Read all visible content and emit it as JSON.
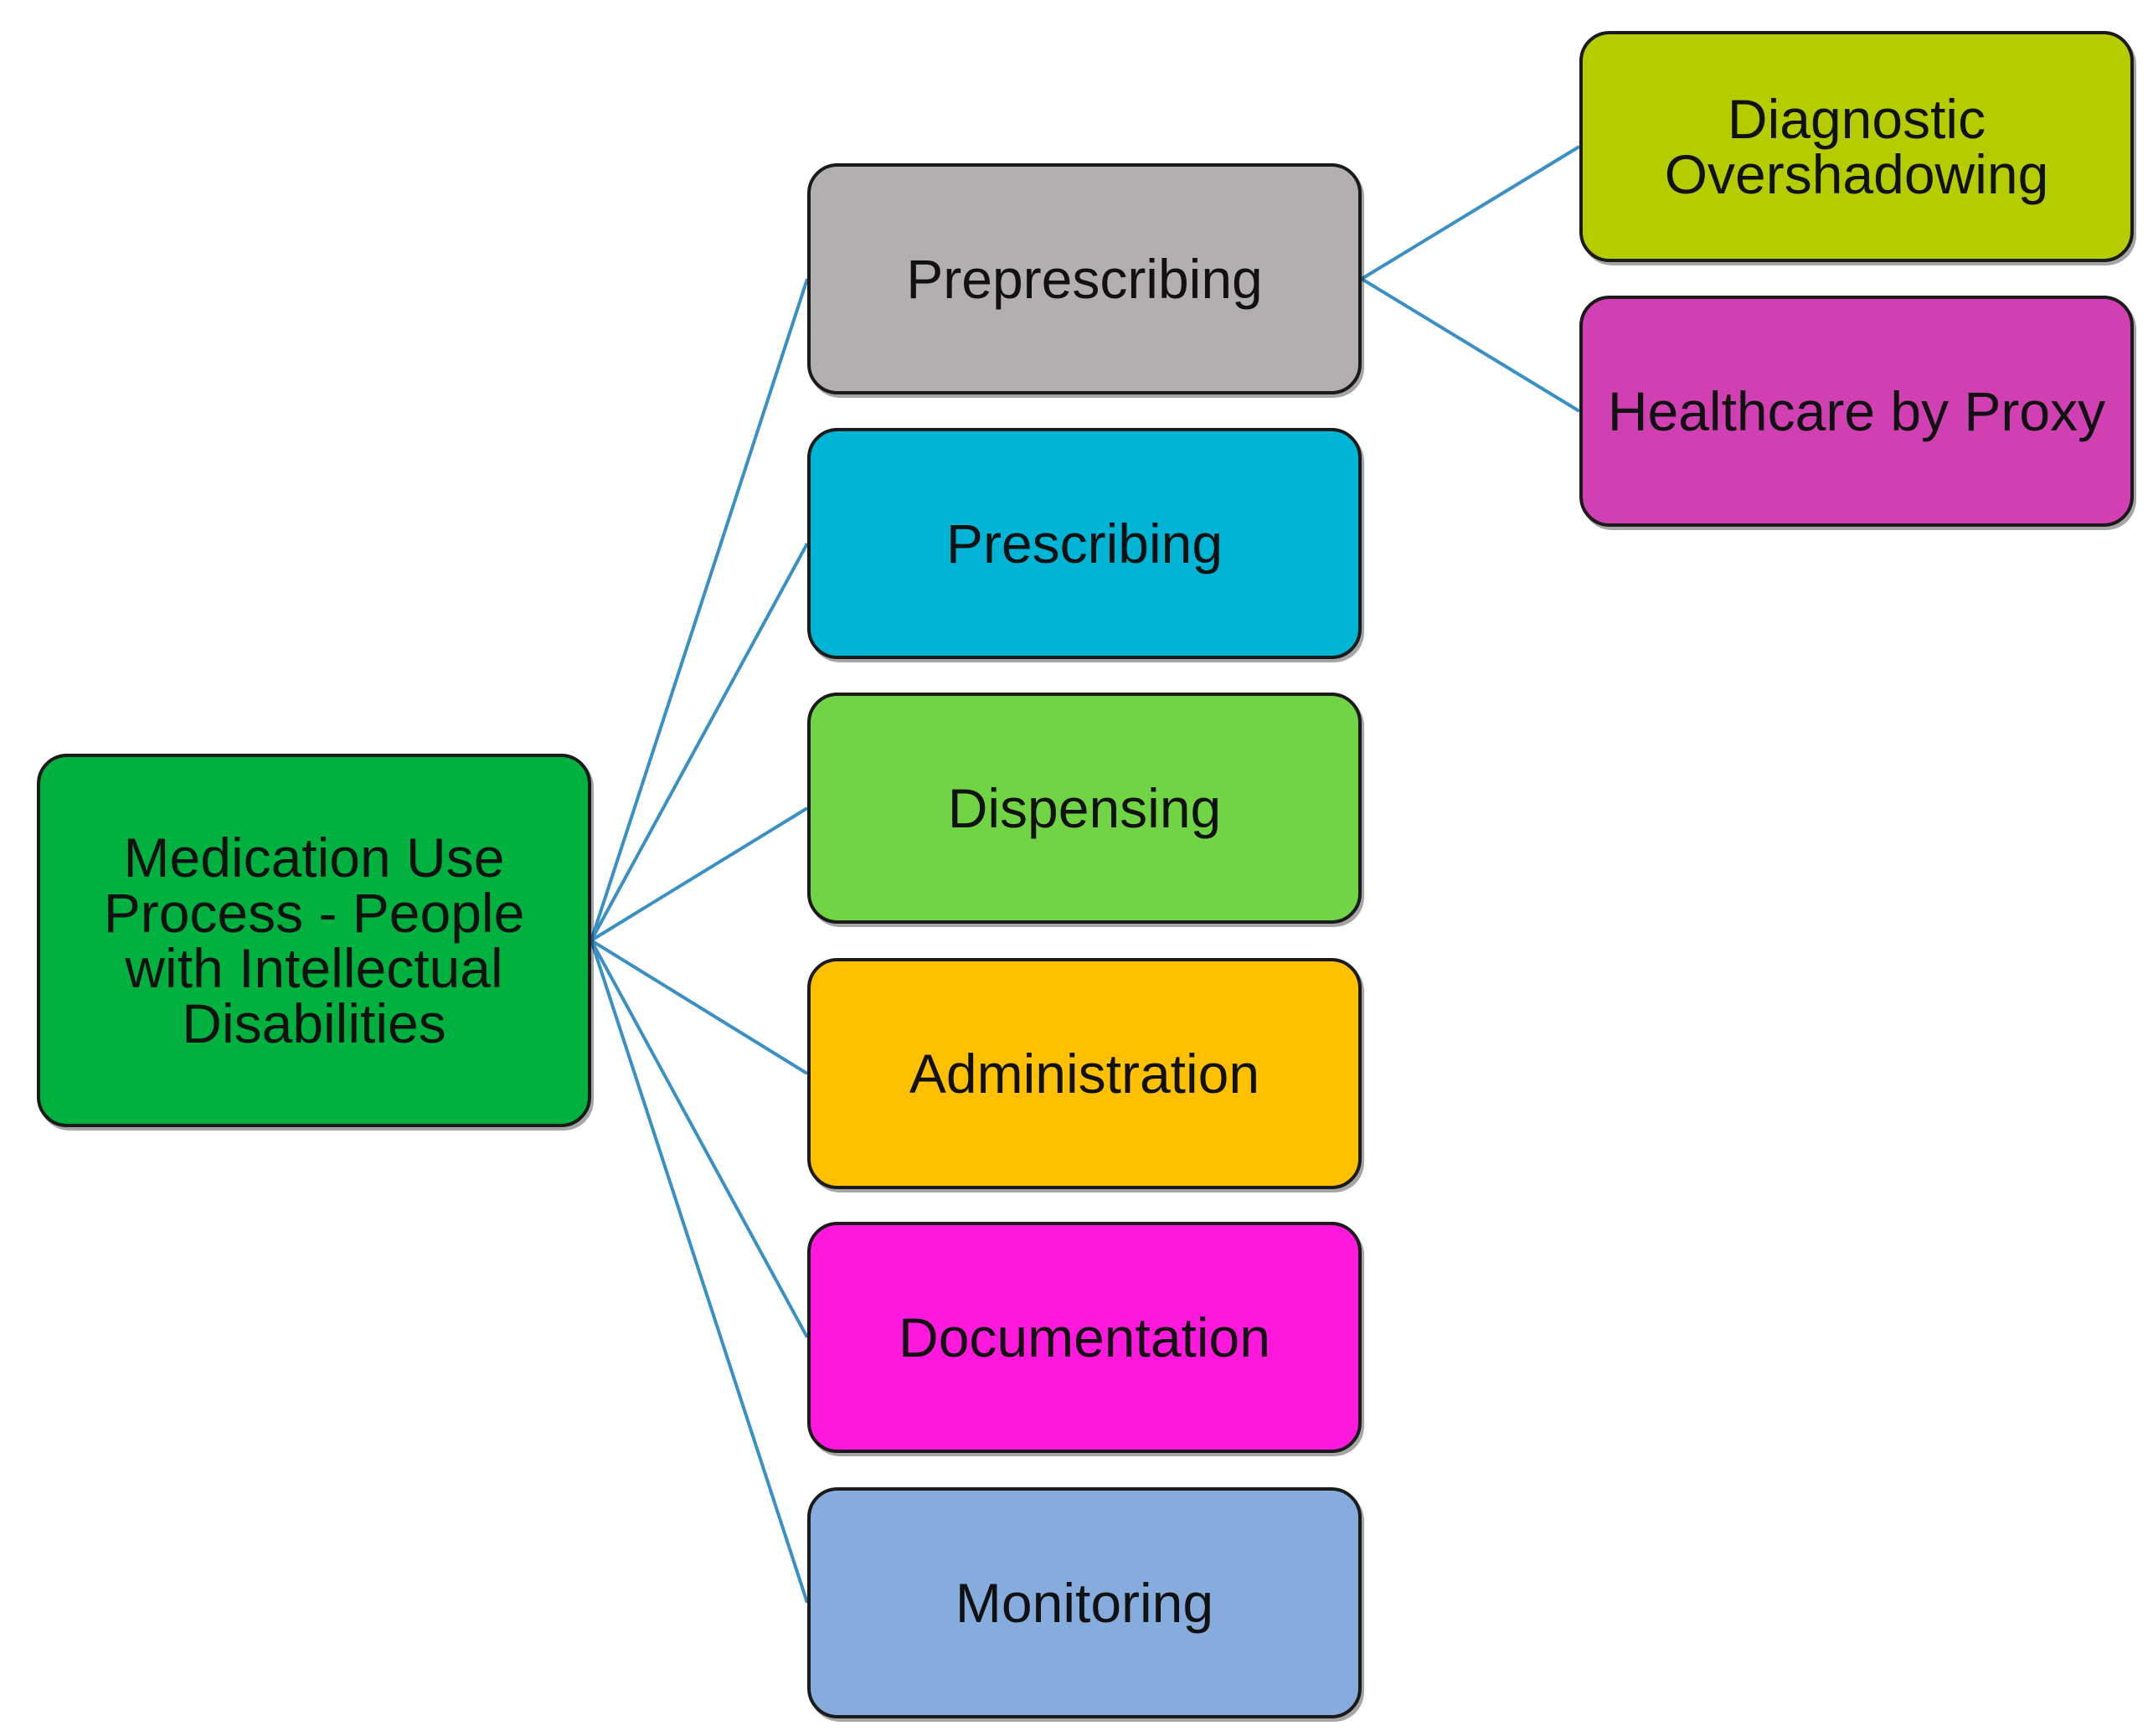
{
  "diagram": {
    "root": {
      "label": "Medication  Use Process - People with Intellectual Disabilities",
      "color": "#00b140"
    },
    "stages": [
      {
        "label": "Preprescribing",
        "color": "#b3afae"
      },
      {
        "label": "Prescribing",
        "color": "#00b4d6"
      },
      {
        "label": "Dispensing",
        "color": "#70d444"
      },
      {
        "label": "Administration",
        "color": "#ffc000"
      },
      {
        "label": "Documentation",
        "color": "#ff19dc"
      },
      {
        "label": "Monitoring",
        "color": "#86acde"
      }
    ],
    "preprescribing_children": [
      {
        "label": "Diagnostic Overshadowing",
        "color": "#b5cc00"
      },
      {
        "label": "Healthcare by Proxy",
        "color": "#d040b2"
      }
    ],
    "connector_color": "#3a8fc4"
  }
}
